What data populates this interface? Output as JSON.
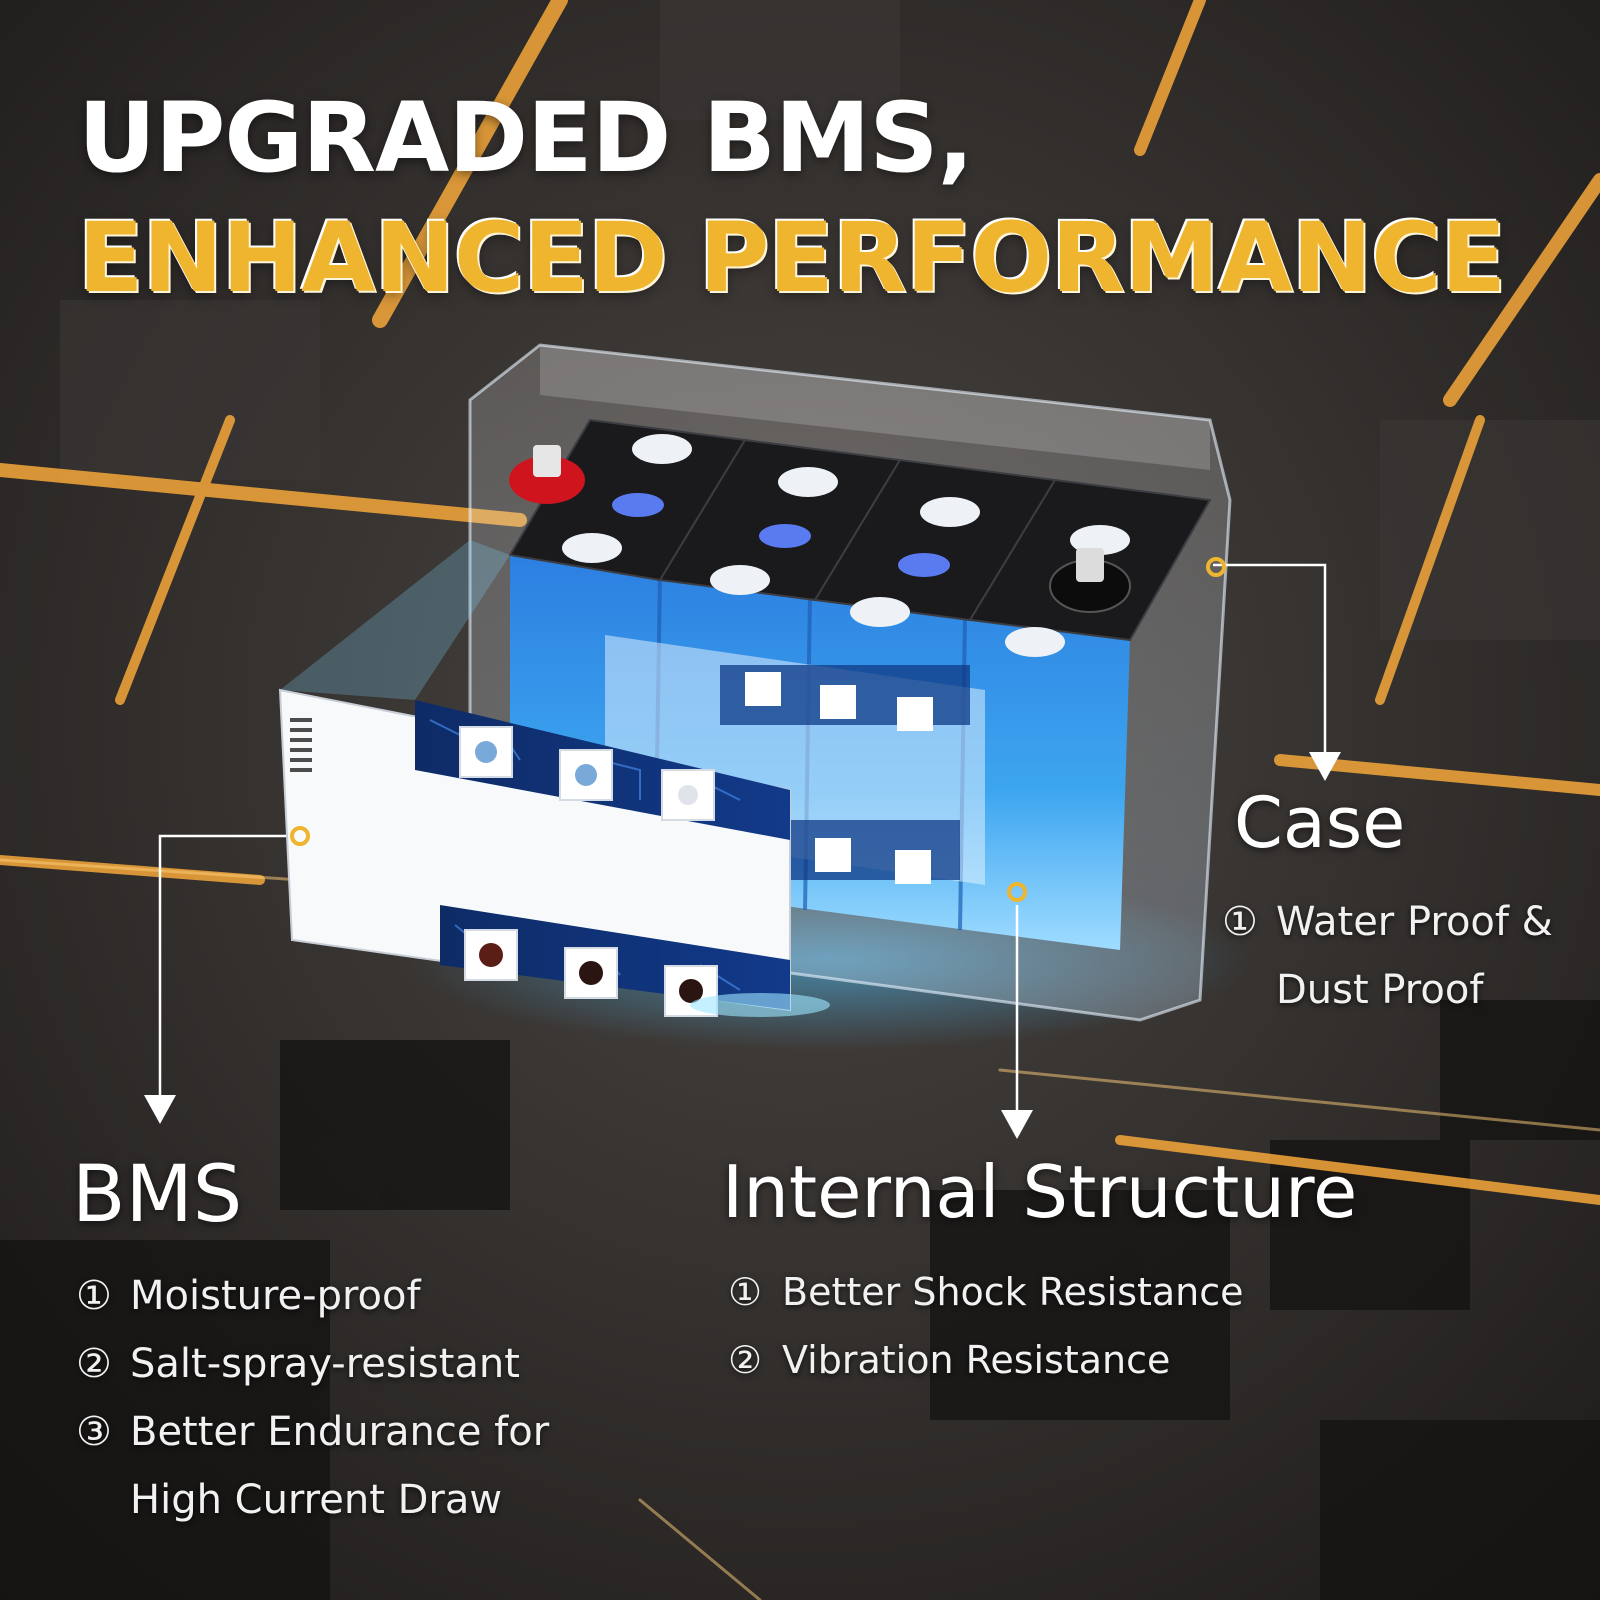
{
  "headline": {
    "line1": "UPGRADED BMS,",
    "line2": "ENHANCED PERFORMANCE"
  },
  "colors": {
    "accent": "#f0b52e",
    "background": "#2a2725",
    "battery_blue": "#2f8fe0",
    "text": "#ffffff"
  },
  "callouts": {
    "case": {
      "title": "Case",
      "features": [
        {
          "num": "①",
          "line1": "Water Proof &",
          "line2": "Dust Proof"
        }
      ]
    },
    "bms": {
      "title": "BMS",
      "features": [
        {
          "num": "①",
          "text": "Moisture-proof"
        },
        {
          "num": "②",
          "text": "Salt-spray-resistant"
        },
        {
          "num": "③",
          "line1": "Better Endurance for",
          "line2": "High Current Draw"
        }
      ]
    },
    "internal": {
      "title": "Internal Structure",
      "features": [
        {
          "num": "①",
          "text": "Better Shock Resistance"
        },
        {
          "num": "②",
          "text": "Vibration Resistance"
        }
      ]
    }
  }
}
